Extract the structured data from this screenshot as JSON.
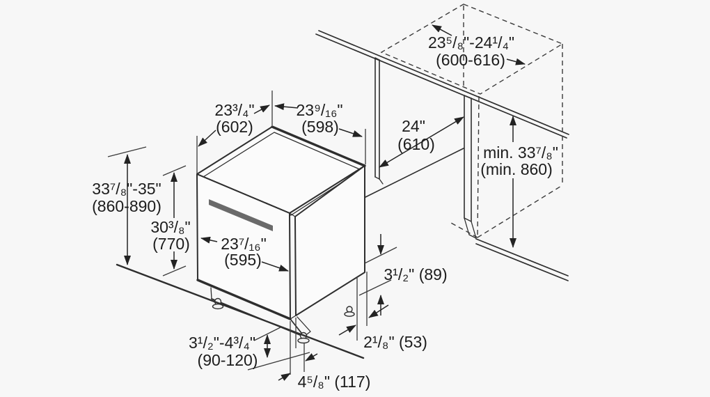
{
  "figure": {
    "title": "built-in dishwasher installation dimensions diagram",
    "background_color": "#f7f7f7",
    "line_color": "#2e2e2e",
    "handle_color": "#6a6a6a",
    "text_color": "#1c1c1c"
  },
  "dimensions": {
    "opening_width": {
      "line1": "23⁵/₈\"-24¹/₄\"",
      "line2": "(600-616)"
    },
    "top_width": {
      "line1": "23³/₄\"",
      "line2": "(602)"
    },
    "top_depth": {
      "line1": "23⁹/₁₆\"",
      "line2": "(598)"
    },
    "cabinet_depth": {
      "line1": "24\"",
      "line2": "(610)"
    },
    "niche_height": {
      "line1": "min. 33⁷/₈\"",
      "line2": "(min. 860)"
    },
    "overall_height": {
      "line1": "33⁷/₈\"-35\"",
      "line2": "(860-890)"
    },
    "door_height": {
      "line1": "30³/₈\"",
      "line2": "(770)"
    },
    "door_width": {
      "line1": "23⁷/₁₆\"",
      "line2": "(595)"
    },
    "base_height": {
      "line1": "3¹/₂\" (89)"
    },
    "rear_offset": {
      "line1": "2¹/₈\" (53)"
    },
    "leveling_range": {
      "line1": "3¹/₂\"-4³/₄\"",
      "line2": "(90-120)"
    },
    "foot_inset": {
      "line1": "4⁵/₈\" (117)"
    }
  }
}
